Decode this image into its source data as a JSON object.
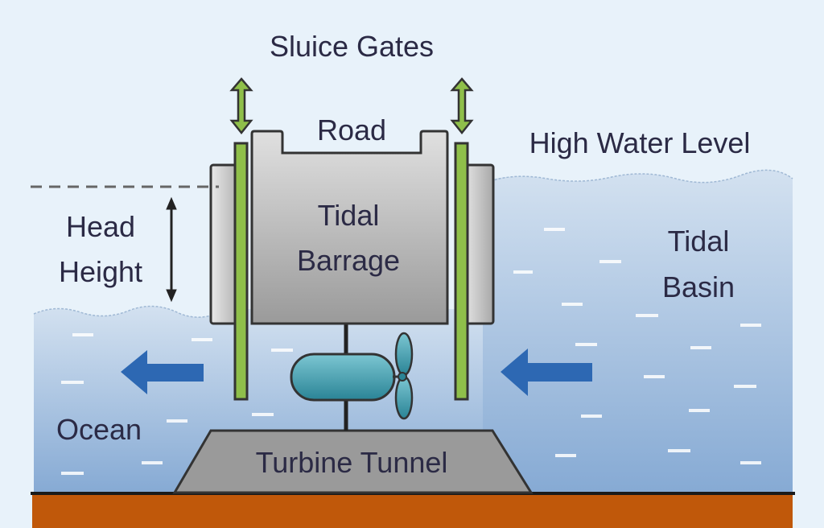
{
  "labels": {
    "sluice_gates": "Sluice Gates",
    "road": "Road",
    "high_water_level": "High Water Level",
    "barrage_line1": "Tidal",
    "barrage_line2": "Barrage",
    "head_line1": "Head",
    "head_line2": "Height",
    "basin_line1": "Tidal",
    "basin_line2": "Basin",
    "ocean": "Ocean",
    "turbine_tunnel": "Turbine Tunnel"
  },
  "colors": {
    "background": "#e8f2fa",
    "water_top": "#cddcee",
    "water_bottom": "#8aaed6",
    "ground": "#c0580a",
    "gate": "#8fbf4a",
    "flow_arrow": "#2d68b3",
    "turbine": "#3a9aaa",
    "concrete": "#b0b0b0"
  }
}
